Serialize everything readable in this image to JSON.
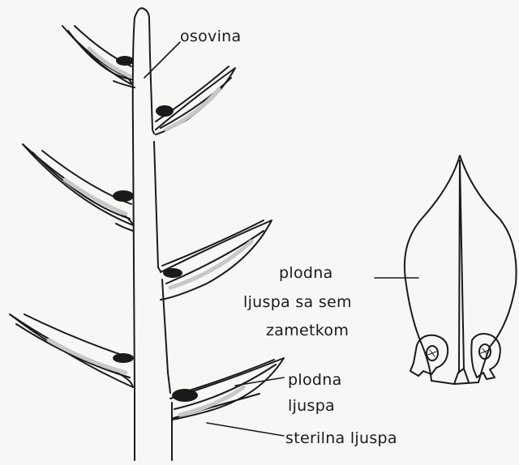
{
  "labels": {
    "axis": "osovina",
    "seed_scale": [
      "plodna",
      "ljuspa sa sem",
      "zametkom"
    ],
    "fertile_scale": [
      "plodna",
      "ljuspa"
    ],
    "sterile_scale": "sterilna ljuspa"
  },
  "colors": {
    "ink": "#1a1a1a",
    "paper": "#f7f7f5",
    "shade": "#c8c8c8"
  }
}
